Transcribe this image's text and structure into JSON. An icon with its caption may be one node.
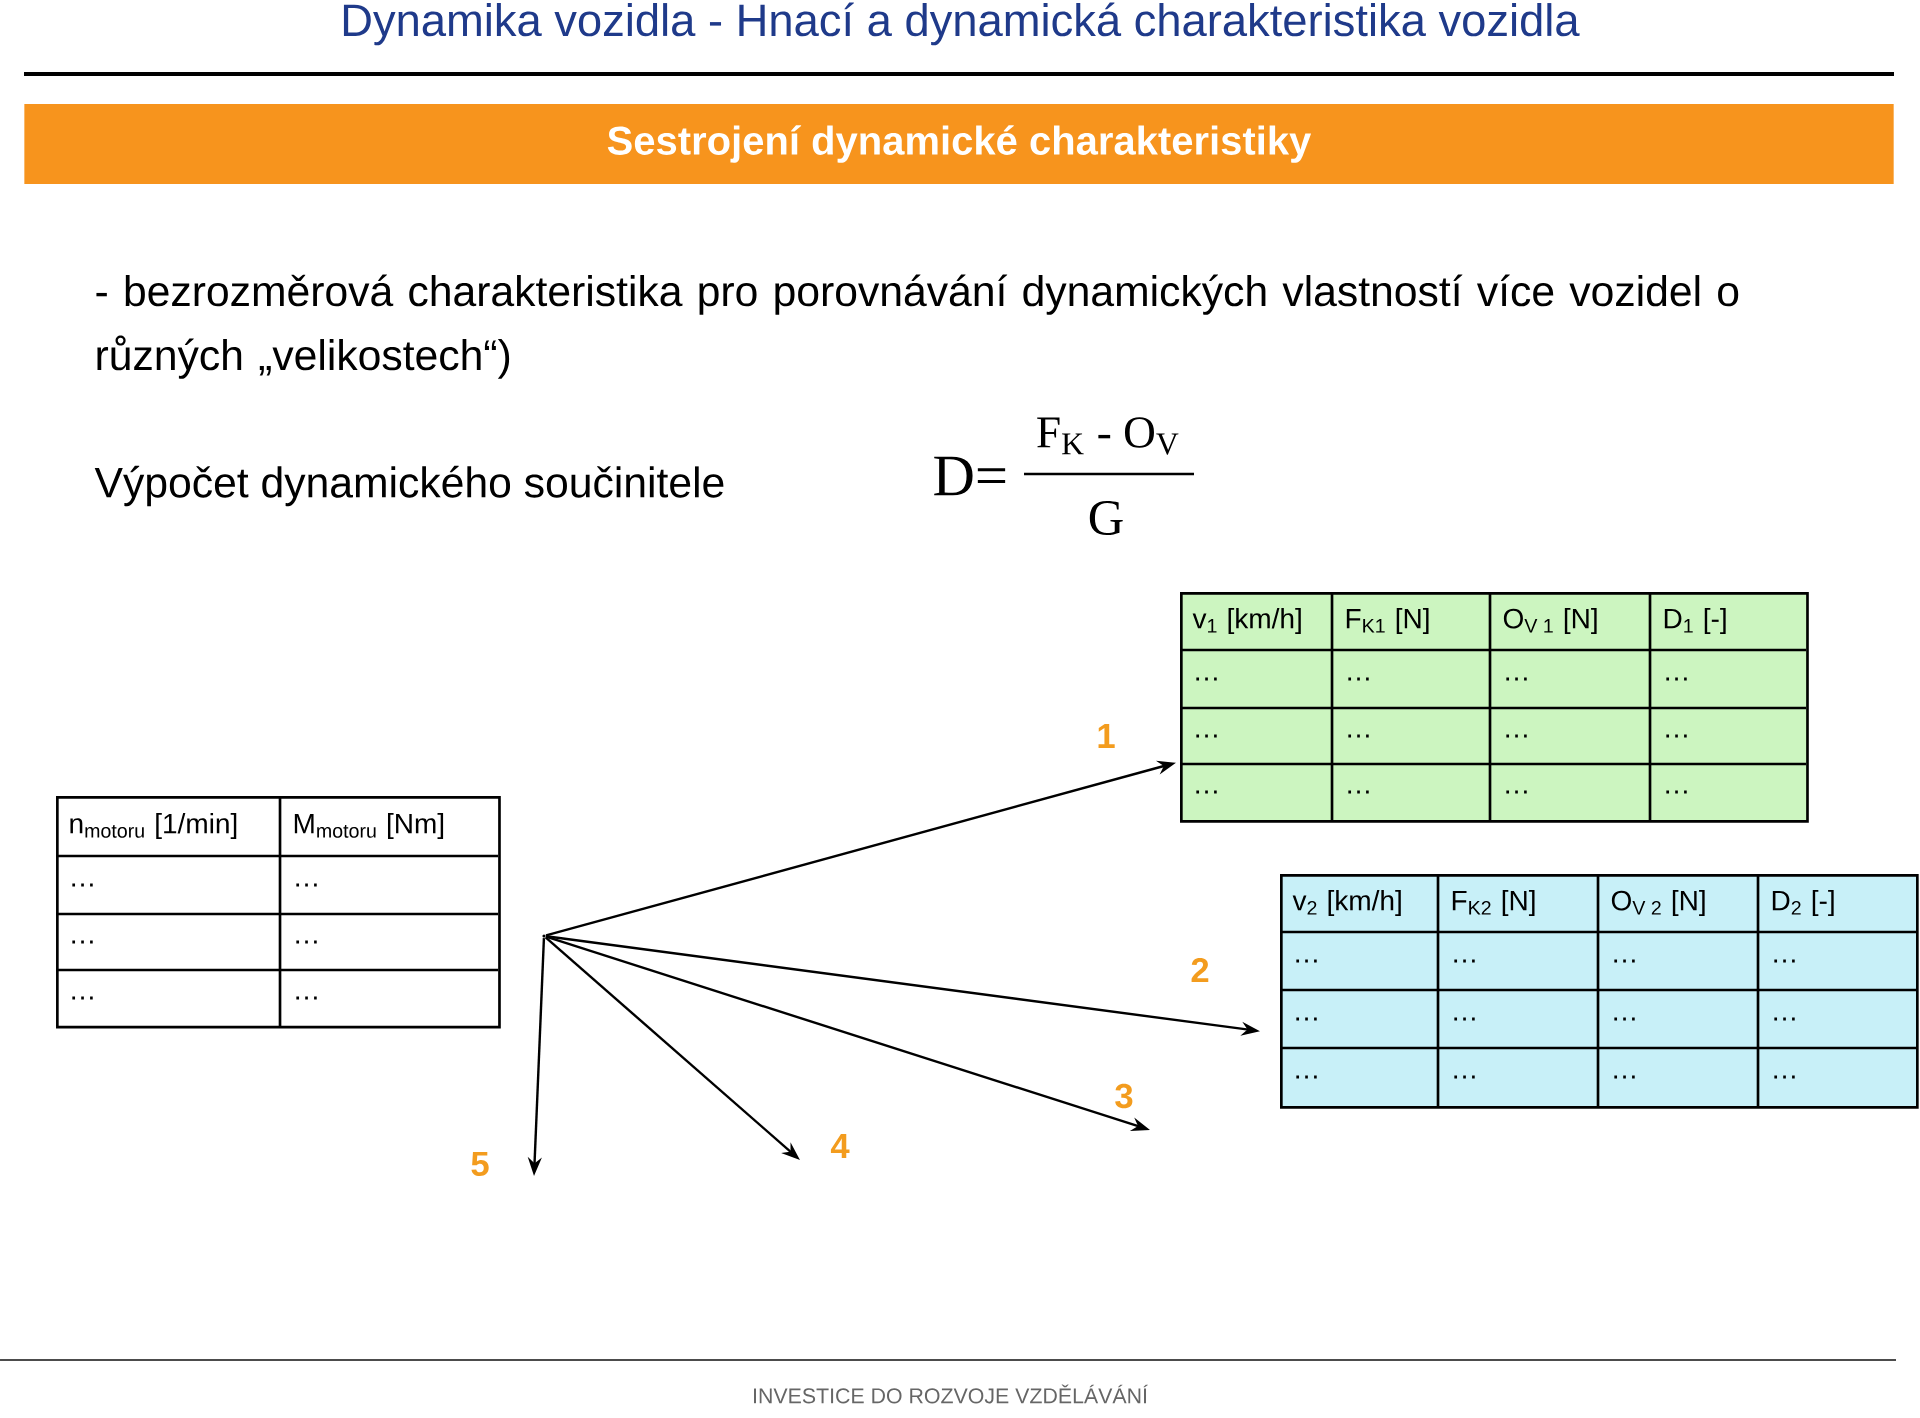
{
  "diagram": {
    "title": "Dynamika vozidla - Hnací a dynamická charakteristika vozidla",
    "nodes": [
      {
        "text": [
          "Sestrojení dynamické charakteristiky"
        ]
      },
      {
        "text": [
          "v$_{1}$ [km/h]",
          "F$_{K1}$ [N]",
          "O$_{V 1}$ [N]",
          "D$_{1}$ [-]",
          "…",
          "…",
          "…",
          "…",
          "…",
          "…",
          "…",
          "…",
          "…",
          "…",
          "…",
          "…"
        ]
      },
      {
        "text": [
          "n$_{motoru}$ [1/min]",
          "M$_{motoru}$ [Nm]",
          "…",
          "…",
          "…",
          "…",
          "…",
          "…"
        ]
      },
      {
        "text": [
          "v$_{2}$ [km/h]",
          "F$_{K2}$ [N]",
          "O$_{V 2}$ [N]",
          "D$_{2}$ [-]",
          "…",
          "…",
          "…",
          "…",
          "…",
          "…",
          "…",
          "…",
          "…",
          "…",
          "…",
          "…"
        ]
      },
      {
        "text": [],
        "shape": "point"
      }
    ],
    "edges": [
      {
        "from": 4,
        "to": 1,
        "arrow": "to",
        "label": "1"
      },
      {
        "from": 4,
        "to": 3,
        "arrow": "to",
        "label": "2"
      },
      {
        "from": 4,
        "to": null,
        "arrow": "to",
        "label": "3"
      },
      {
        "from": 4,
        "to": null,
        "arrow": "to",
        "label": "4"
      },
      {
        "from": 4,
        "to": null,
        "arrow": "to",
        "label": "5"
      }
    ],
    "labels": [
      "- bezrozměrová charakteristika pro porovnávání dynamických vlastností více vozidel o různých „velikostech“)",
      "Výpočet dynamického součinitele",
      "D=",
      "F$_{K}$ - O$_{V}$",
      "G",
      "INVESTICE DO ROZVOJE VZDĚLÁVÁNÍ"
    ]
  }
}
